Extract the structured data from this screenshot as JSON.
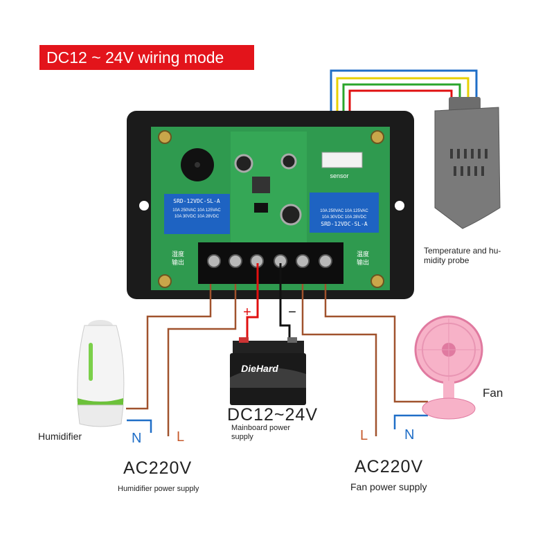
{
  "title": "DC12 ~ 24V wiring mode",
  "board": {
    "relay_left_text": "SRD-12VDC-SL-A",
    "relay_left_specs": [
      "10A 250VAC 10A 125VAC",
      "10A 30VDC 10A 28VDC"
    ],
    "relay_right_text": "SRD-12VDC-SL-A",
    "relay_right_specs": [
      "10A 250VAC 10A 125VAC",
      "10A 30VDC 10A 28VDC"
    ],
    "sensor_label": "sensor",
    "terminal_left_label": "湿度\n输出",
    "terminal_right_label": "温度\n输出",
    "dc_label": "DC12~24V",
    "polarity": [
      "+",
      "-"
    ]
  },
  "probe_label": "Temperature and hu-\nmidity probe",
  "battery": {
    "brand": "DieHard",
    "plus": "+",
    "minus": "−",
    "voltage": "DC12~24V",
    "caption": "Mainboard power\nsupply"
  },
  "humidifier": {
    "label": "Humidifier",
    "n": "N",
    "l": "L",
    "ac": "AC220V",
    "caption": "Humidifier power supply"
  },
  "fan": {
    "label": "Fan",
    "n": "N",
    "l": "L",
    "ac": "AC220V",
    "caption": "Fan power supply"
  },
  "colors": {
    "banner": "#e3141b",
    "wire_brown": "#a0522d",
    "wire_blue": "#1f6ec7",
    "wire_red": "#e01010",
    "wire_black": "#111111",
    "wire_yellow": "#e8d000",
    "wire_green": "#2aa52a",
    "pcb": "#2f9a4f",
    "enclosure": "#1b1b1b",
    "relay": "#1e63c2"
  }
}
